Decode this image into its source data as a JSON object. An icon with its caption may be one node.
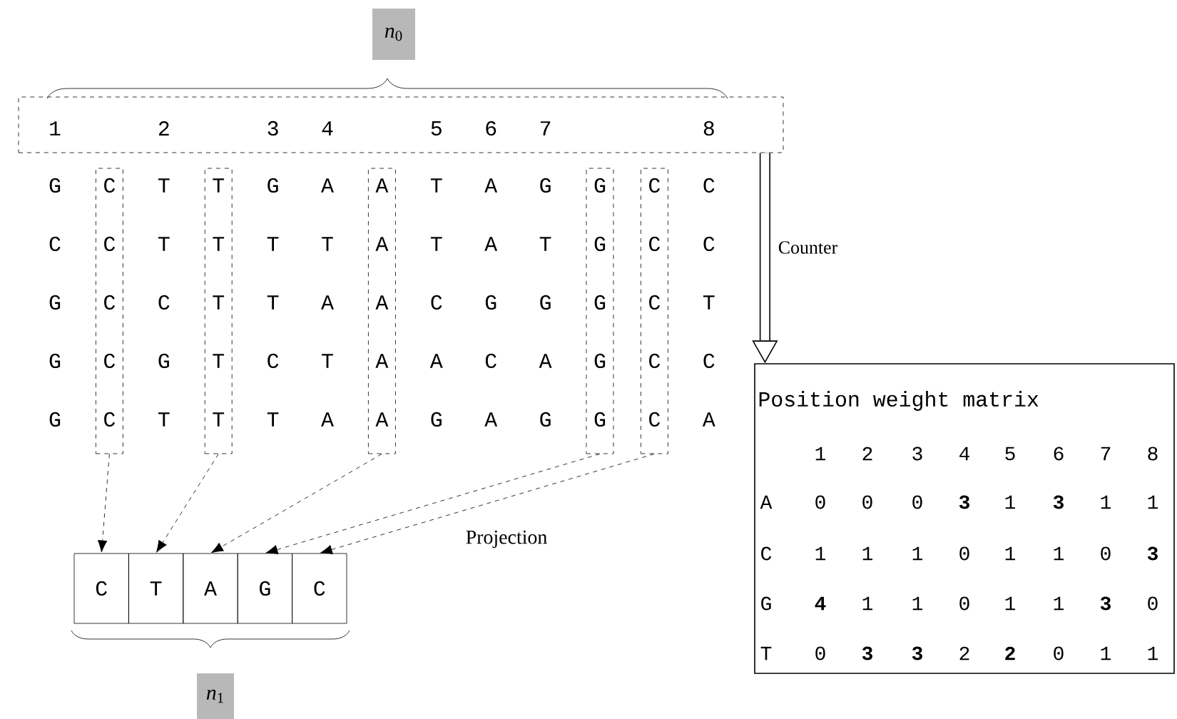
{
  "diagram": {
    "nodes": [
      {
        "text": [
          "*n*$_{0}$"
        ]
      },
      {
        "text": [
          "1",
          "2",
          "3",
          "4",
          "5",
          "6",
          "7",
          "8"
        ]
      },
      {
        "text": [
          "C",
          "C",
          "C",
          "C",
          "C"
        ]
      },
      {
        "text": [
          "T",
          "T",
          "T",
          "T",
          "T"
        ]
      },
      {
        "text": [
          "A",
          "A",
          "A",
          "A",
          "A"
        ]
      },
      {
        "text": [
          "G",
          "G",
          "G",
          "G",
          "G"
        ]
      },
      {
        "text": [
          "C",
          "C",
          "C",
          "C",
          "C"
        ]
      },
      {
        "text": [
          "C"
        ]
      },
      {
        "text": [
          "T"
        ]
      },
      {
        "text": [
          "A"
        ]
      },
      {
        "text": [
          "G"
        ]
      },
      {
        "text": [
          "C"
        ]
      },
      {
        "text": [
          "Position weight matrix"
        ]
      },
      {
        "text": [
          "*n*$_{1}$"
        ]
      }
    ],
    "edges": [
      {
        "from": 2,
        "to": 7,
        "arrow": "to",
        "style": "dashed"
      },
      {
        "from": 3,
        "to": 8,
        "arrow": "to",
        "style": "dashed"
      },
      {
        "from": 4,
        "to": 9,
        "arrow": "to",
        "style": "dashed"
      },
      {
        "from": 5,
        "to": 10,
        "arrow": "to",
        "style": "dashed"
      },
      {
        "from": 6,
        "to": 11,
        "arrow": "to",
        "style": "dashed"
      },
      {
        "from": 1,
        "to": 12,
        "arrow": "to",
        "style": "thick",
        "label": "Counter"
      }
    ],
    "labels": [
      "G",
      "T",
      "G",
      "A",
      "T",
      "A",
      "G",
      "C",
      "C",
      "T",
      "T",
      "T",
      "T",
      "A",
      "T",
      "C",
      "G",
      "C",
      "T",
      "A",
      "C",
      "G",
      "G",
      "T",
      "G",
      "G",
      "C",
      "T",
      "A",
      "C",
      "A",
      "C",
      "G",
      "T",
      "T",
      "A",
      "G",
      "A",
      "G",
      "A",
      "Projection",
      "1",
      "2",
      "3",
      "4",
      "5",
      "6",
      "7",
      "8",
      "A",
      "0",
      "0",
      "0",
      "**3**",
      "1",
      "**3**",
      "1",
      "1",
      "C",
      "1",
      "1",
      "1",
      "0",
      "1",
      "1",
      "0",
      "**3**",
      "G",
      "**4**",
      "1",
      "1",
      "0",
      "1",
      "1",
      "**3**",
      "0",
      "T",
      "0",
      "**3**",
      "**3**",
      "2",
      "**2**",
      "0",
      "1",
      "1"
    ]
  }
}
